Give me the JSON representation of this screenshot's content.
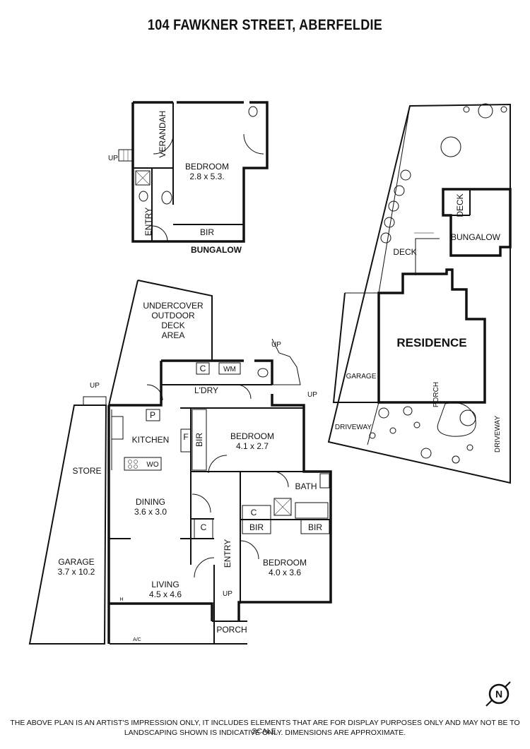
{
  "title": "104 FAWKNER STREET, ABERFELDIE",
  "bungalow": {
    "caption": "BUNGALOW",
    "verandah": "VERANDAH",
    "bedroom": "BEDROOM",
    "bedroom_dim": "2.8 x 5.3.",
    "entry": "ENTRY",
    "bir": "BIR",
    "up": "UP"
  },
  "residence_plan": {
    "deck_area": [
      "UNDERCOVER",
      "OUTDOOR",
      "DECK",
      "AREA"
    ],
    "store": "STORE",
    "garage": "GARAGE",
    "garage_dim": "3.7 x 10.2",
    "kitchen": "KITCHEN",
    "pantry": "P",
    "fridge": "F",
    "wo": "WO",
    "laundry": "L'DRY",
    "wm": "WM",
    "cupboard": "C",
    "bir": "BIR",
    "bedroom1": "BEDROOM",
    "bedroom1_dim": "4.1 x 2.7",
    "dining": "DINING",
    "dining_dim": "3.6 x 3.0",
    "bath": "BATH",
    "entry": "ENTRY",
    "bedroom2": "BEDROOM",
    "bedroom2_dim": "4.0 x 3.6",
    "living": "LIVING",
    "living_dim": "4.5 x 4.6",
    "porch": "PORCH",
    "ac": "A/C",
    "heater": "H",
    "up": "UP"
  },
  "site_plan": {
    "deck1": "DECK",
    "deck2": "DECK",
    "bungalow": "BUNGALOW",
    "residence": "RESIDENCE",
    "garage": "GARAGE",
    "porch": "PORCH",
    "driveway_left": "DRIVEWAY",
    "driveway_right": "DRIVEWAY"
  },
  "north_label": "N",
  "disclaimer": {
    "line1": "THE ABOVE PLAN IS AN ARTIST'S IMPRESSION ONLY, IT INCLUDES ELEMENTS THAT ARE FOR DISPLAY PURPOSES ONLY AND MAY NOT BE TO SCALE.",
    "line2": "LANDSCAPING SHOWN IS INDICATIVE ONLY. DIMENSIONS ARE APPROXIMATE."
  }
}
